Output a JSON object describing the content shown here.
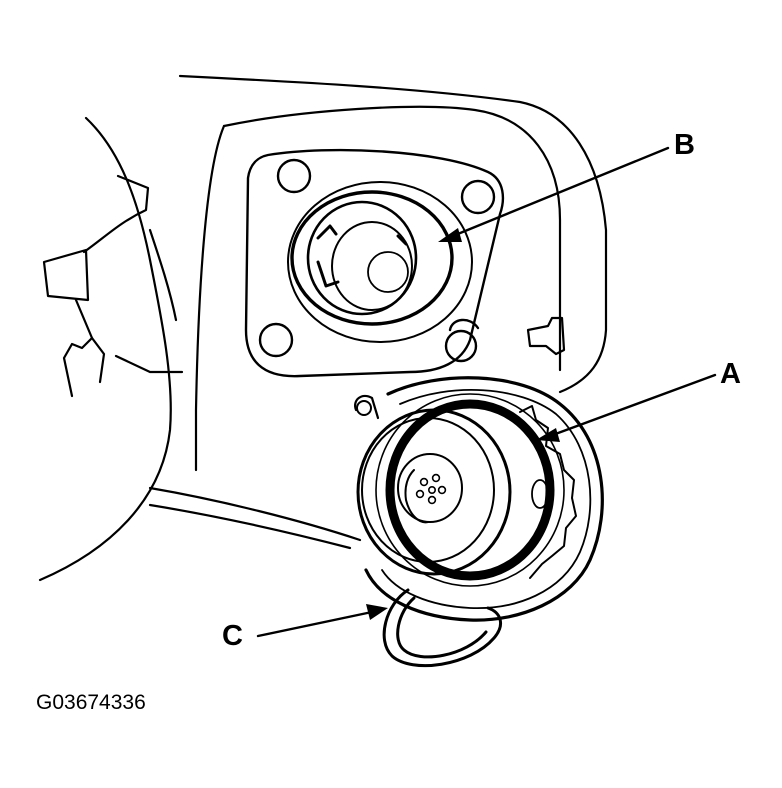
{
  "figure": {
    "id": "G03674336",
    "callouts": {
      "b": "B",
      "a": "A",
      "c": "C"
    }
  }
}
